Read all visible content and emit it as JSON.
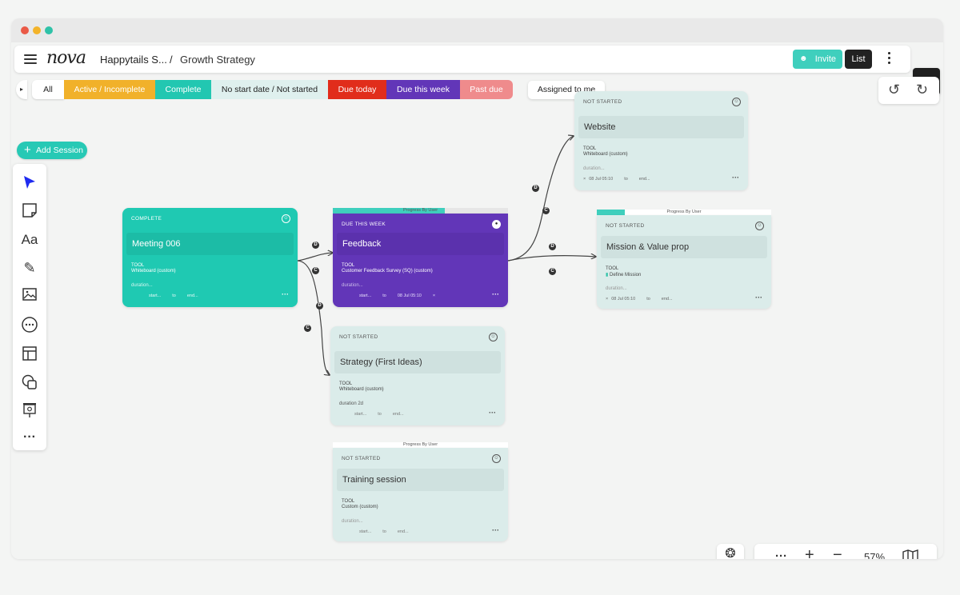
{
  "window": {
    "dots": [
      "#ea5a47",
      "#f3b32a",
      "#2fc2a8"
    ]
  },
  "topbar": {
    "logo": "nova",
    "breadcrumb_project": "Happytails S...",
    "breadcrumb_sep": "/",
    "breadcrumb_page": "Growth Strategy",
    "invite_label": "Invite",
    "list_label": "List"
  },
  "filters": [
    {
      "label": "All",
      "bg": "#ffffff",
      "fg": "#222222"
    },
    {
      "label": "Active / Incomplete",
      "bg": "#f1b12a",
      "fg": "#ffffff"
    },
    {
      "label": "Complete",
      "bg": "#22c7b1",
      "fg": "#ffffff"
    },
    {
      "label": "No start date / Not started",
      "bg": "#dff0ee",
      "fg": "#222222"
    },
    {
      "label": "Due today",
      "bg": "#e12d1b",
      "fg": "#ffffff"
    },
    {
      "label": "Due this week",
      "bg": "#6236b8",
      "fg": "#ffffff"
    },
    {
      "label": "Past due",
      "bg": "#ef8b8c",
      "fg": "#ffffff"
    }
  ],
  "assigned_label": "Assigned to me",
  "add_session_label": "Add Session",
  "tools": [
    "cursor-icon",
    "sticky-note-icon",
    "text-icon",
    "pencil-icon",
    "image-icon",
    "comment-icon",
    "layout-icon",
    "shapes-icon",
    "presentation-icon",
    "more-icon"
  ],
  "cards": {
    "meeting": {
      "status": "COMPLETE",
      "name": "Meeting 006",
      "tool_label": "TOOL",
      "tool": "Whiteboard (custom)",
      "duration": "duration...",
      "start": "start...",
      "to": "to",
      "end": "end..."
    },
    "feedback": {
      "progress_label": "Progress By User",
      "status": "DUE THIS WEEK",
      "name": "Feedback",
      "tool_label": "TOOL",
      "tool": "Customer Feedback Survey (SQ) (custom)",
      "duration": "duration...",
      "start": "start...",
      "to": "to",
      "end": "08 Jul 05:10"
    },
    "website": {
      "status": "NOT STARTED",
      "name": "Website",
      "tool_label": "TOOL",
      "tool": "Whiteboard (custom)",
      "duration": "duration...",
      "start": "08 Jul 05:10",
      "to": "to",
      "end": "end..."
    },
    "mission": {
      "progress_label": "Progress By User",
      "status": "NOT STARTED",
      "name": "Mission & Value prop",
      "tool_label": "TOOL",
      "tool": "Define Mission",
      "duration": "duration...",
      "start": "08 Jul 05:10",
      "to": "to",
      "end": "end..."
    },
    "strategy": {
      "status": "NOT STARTED",
      "name": "Strategy (First Ideas)",
      "tool_label": "TOOL",
      "tool": "Whiteboard (custom)",
      "duration": "duration 2d",
      "start": "start...",
      "to": "to",
      "end": "end..."
    },
    "training": {
      "progress_label": "Progress By User",
      "status": "NOT STARTED",
      "name": "Training session",
      "tool_label": "TOOL",
      "tool": "Custom (custom)",
      "duration": "duration...",
      "start": "start...",
      "to": "to",
      "end": "end..."
    }
  },
  "connector_letters": {
    "d": "D",
    "c": "C"
  },
  "help_label": "help",
  "zoom_level": "57%"
}
